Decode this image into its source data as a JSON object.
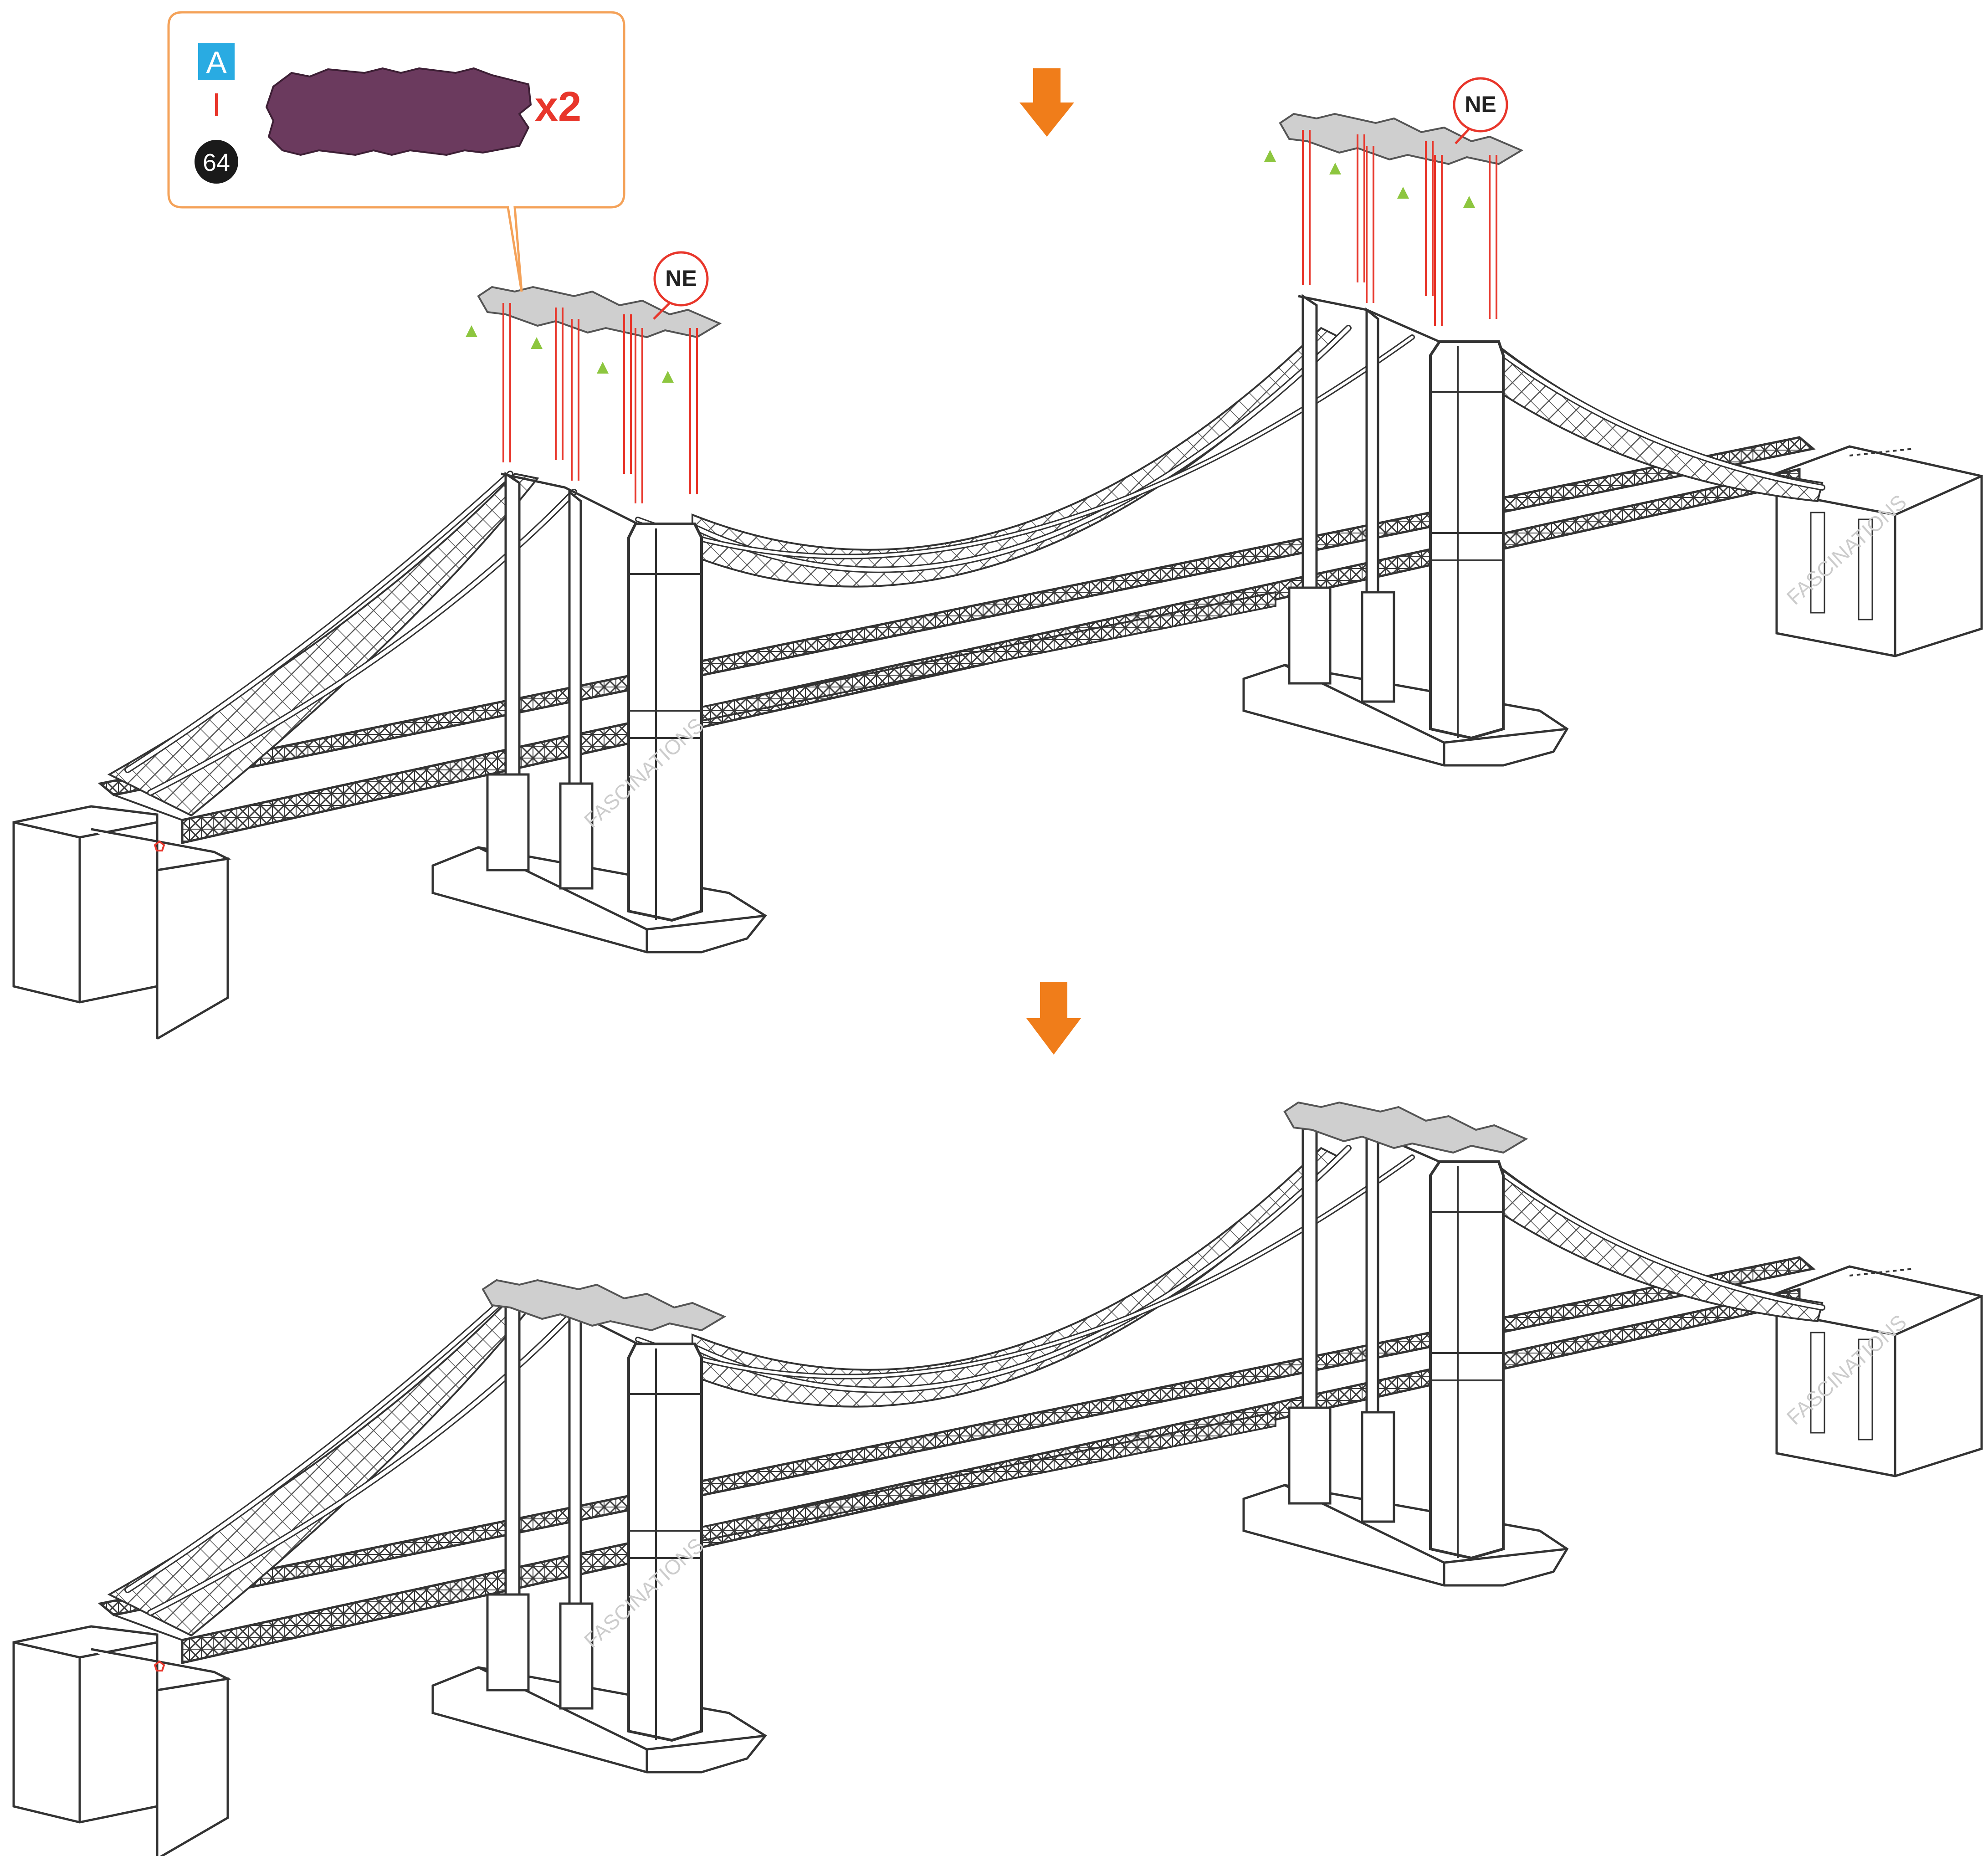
{
  "callout": {
    "sheet_letter": "A",
    "separator": "|",
    "part_number": "64",
    "quantity": "x2",
    "part_color": "#6b3a5e"
  },
  "orientation_tags": [
    "NE",
    "NE"
  ],
  "watermark": "FASCINATIONS",
  "colors": {
    "arrow": "#f07d1a",
    "sheet_badge": "#29abe2",
    "connector_line": "#e8362b",
    "triangle_marker": "#8dc63f",
    "cap_piece": "#bdbdbd",
    "callout_border": "#f4a259",
    "outline": "#3a3a3a"
  },
  "steps": [
    {
      "name": "step-install-caps",
      "arrows": true
    },
    {
      "name": "step-completed-bridge",
      "arrows": false
    }
  ]
}
